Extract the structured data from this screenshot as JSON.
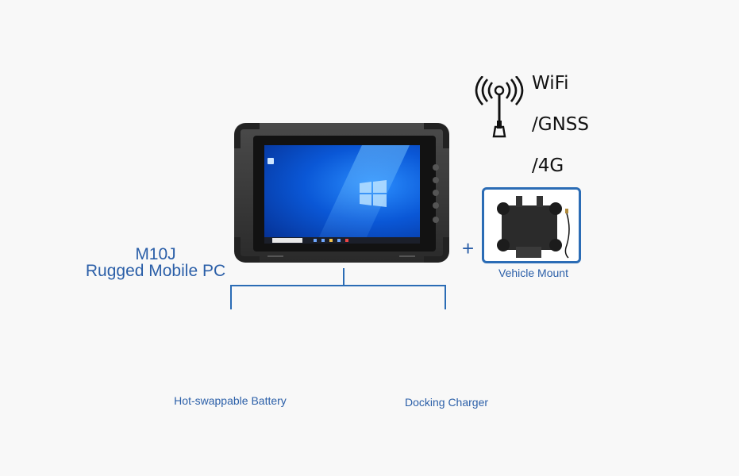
{
  "connectivity": {
    "lines": [
      "WiFi",
      "/GNSS",
      "/4G"
    ]
  },
  "product": {
    "model": "M10J",
    "description": "Rugged Mobile PC"
  },
  "accessories": {
    "vehicle_mount": "Vehicle Mount",
    "battery": "Hot-swappable Battery",
    "charger": "Docking Charger",
    "plus_symbol": "+"
  },
  "colors": {
    "accent": "#2b5fa8",
    "mount_border": "#2b6cb5",
    "background": "#f8f8f8"
  },
  "icons": [
    "antenna-signal-icon",
    "windows-logo-icon"
  ]
}
